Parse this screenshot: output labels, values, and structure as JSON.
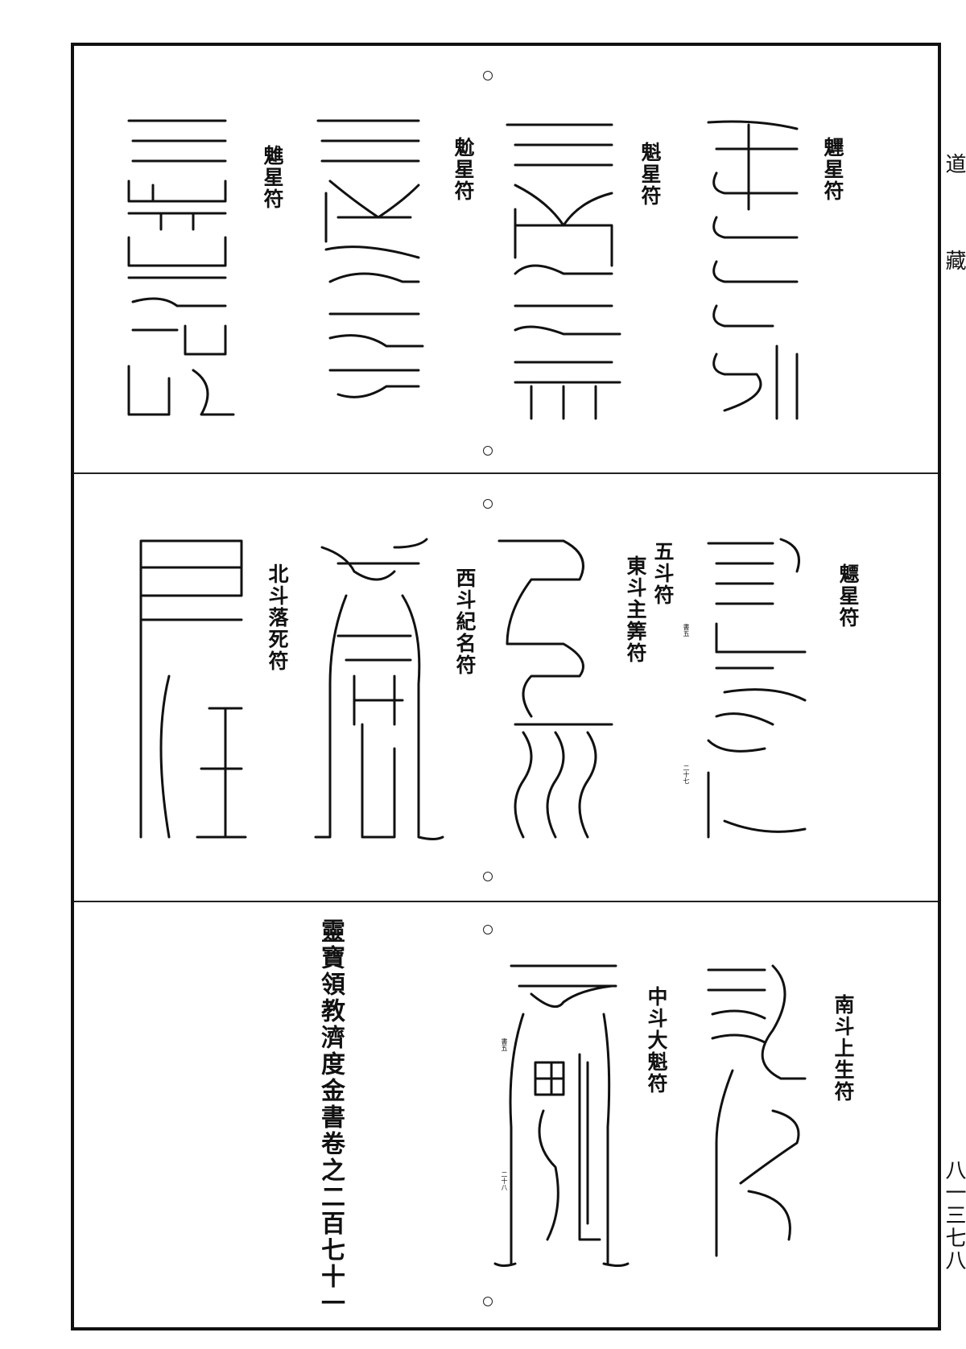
{
  "margin": {
    "title_top": "道",
    "title_bottom": "藏",
    "page_number": "八一三七八"
  },
  "panels": [
    {
      "labels": [
        "魓星符",
        "魁星符",
        "魀星符",
        "魋星符"
      ]
    },
    {
      "labels": [
        "魒星符",
        "五斗符",
        "東斗主筭符",
        "西斗紀名符",
        "北斗落死符"
      ],
      "folio": [
        "書五",
        "二十七"
      ]
    },
    {
      "labels": [
        "南斗上生符",
        "中斗大魁符"
      ],
      "folio": [
        "書五",
        "二十八"
      ],
      "closing_title": "靈寶領教濟度金書卷之二百七十一"
    }
  ]
}
